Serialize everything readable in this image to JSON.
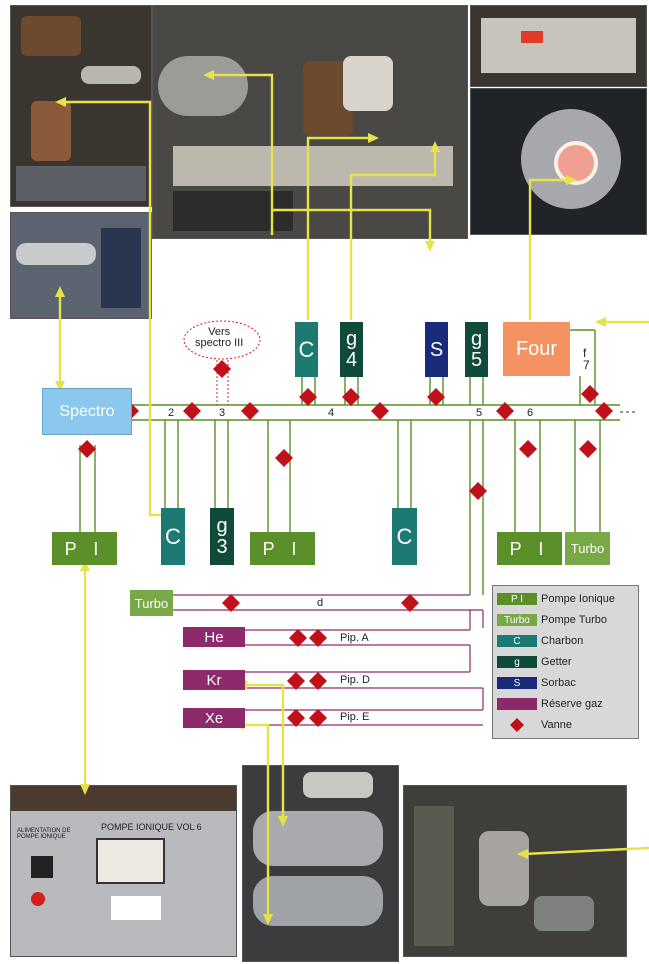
{
  "boxes": {
    "spectro": "Spectro",
    "four": "Four",
    "f7": "f\n7",
    "c_top": "C",
    "g4": "g\n4",
    "s": "S",
    "g5": "g\n5",
    "pi": "P I",
    "c_left": "C",
    "g3": "g\n3",
    "c_mid": "C",
    "turbo": "Turbo",
    "turbo_left": "Turbo",
    "he": "He",
    "kr": "Kr",
    "xe": "Xe"
  },
  "vers": "Vers\nspectro III",
  "line_labels": {
    "n2": "2",
    "n3": "3",
    "n4": "4",
    "n5": "5",
    "n6": "6",
    "d": "d",
    "pipa": "Pip. A",
    "pipd": "Pip. D",
    "pipe": "Pip. E"
  },
  "legend": [
    {
      "swatch": "P I",
      "text": "Pompe Ionique",
      "color": "#5a8f2a"
    },
    {
      "swatch": "Turbo",
      "text": "Pompe Turbo",
      "color": "#79a846"
    },
    {
      "swatch": "C",
      "text": "Charbon",
      "color": "#1c7a72"
    },
    {
      "swatch": "g",
      "text": "Getter",
      "color": "#0f4a3a"
    },
    {
      "swatch": "S",
      "text": "Sorbac",
      "color": "#1a2a7a"
    },
    {
      "swatch": "",
      "text": "Réserve gaz",
      "color": "#8d2a6c"
    },
    {
      "swatch": "",
      "text": "Vanne",
      "color": "#c0101a"
    }
  ],
  "photo_texts": {
    "panel_title": "POMPE IONIQUE VOL 6",
    "panel_sub": "ALIMENTATION DE POMPE IONIQUE"
  },
  "colors": {
    "arrow": "#e6e24a",
    "line_green": "#5a8f2a",
    "line_purple": "#8d2a6c",
    "valve": "#c0101a"
  }
}
